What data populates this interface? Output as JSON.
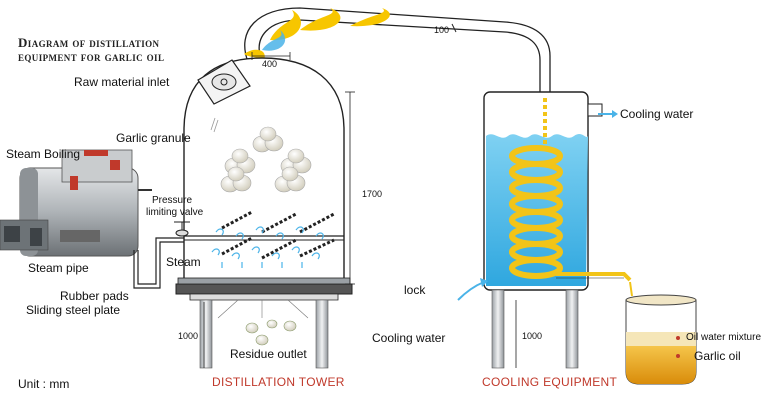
{
  "title": {
    "line1": "Diagram of distillation",
    "line2": "equipment for garlic oil"
  },
  "labels": {
    "raw_material_inlet": "Raw material inlet",
    "garlic_granule": "Garlic granule",
    "steam_boiling": "Steam Boiling",
    "pressure_limiting_valve_1": "Pressure",
    "pressure_limiting_valve_2": "limiting valve",
    "steam_pipe": "Steam pipe",
    "steam": "Steam",
    "rubber_pads": "Rubber pads",
    "sliding_steel_plate": "Sliding steel plate",
    "lock": "lock",
    "residue_outlet": "Residue outlet",
    "cooling_water_top": "Cooling water",
    "cooling_water_inlet": "Cooling water",
    "oil_water_mixture": "Oil water mixture",
    "garlic_oil": "Garlic oil",
    "unit": "Unit : mm",
    "distillation_tower": "DISTILLATION TOWER",
    "cooling_equipment": "COOLING EQUIPMENT"
  },
  "dimensions": {
    "pipe_length": "100",
    "inlet_width": "400",
    "tower_height": "1700",
    "tower_leg_height": "1000",
    "cooler_leg_height": "1000"
  },
  "colors": {
    "caption_red": "#c0392b",
    "water_blue": "#5bc0eb",
    "coil_yellow": "#f2c418",
    "garlic_oil": "#e8a317",
    "vapor_yellow": "#f7c600"
  }
}
